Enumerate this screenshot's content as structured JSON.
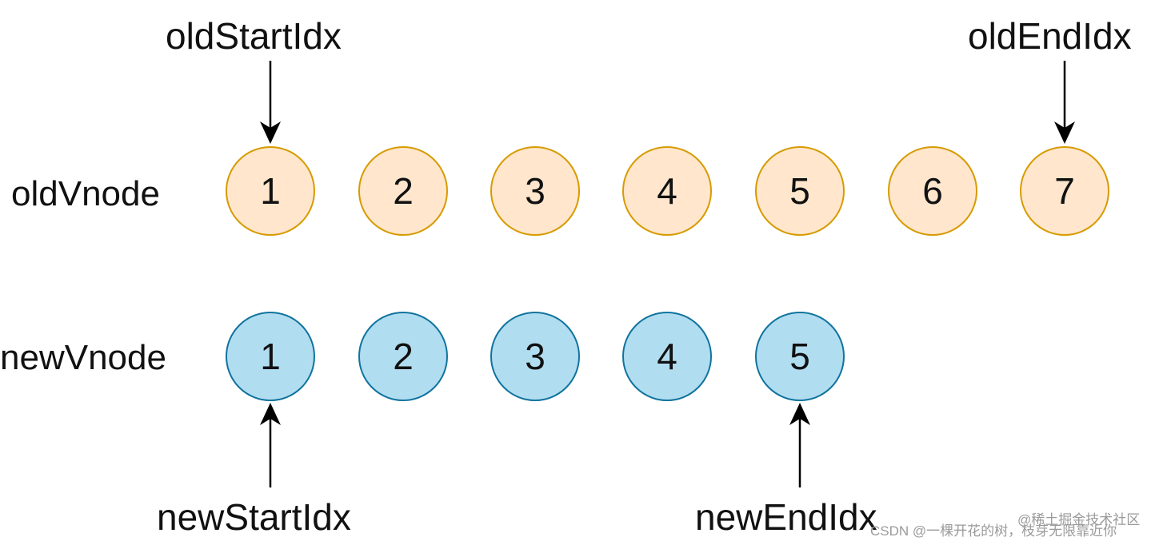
{
  "pointers": {
    "old_start": "oldStartIdx",
    "old_end": "oldEndIdx",
    "new_start": "newStartIdx",
    "new_end": "newEndIdx"
  },
  "rows": {
    "old_label": "oldVnode",
    "new_label": "newVnode"
  },
  "old_nodes": [
    "1",
    "2",
    "3",
    "4",
    "5",
    "6",
    "7"
  ],
  "new_nodes": [
    "1",
    "2",
    "3",
    "4",
    "5"
  ],
  "watermark": {
    "line1": "@稀土掘金技术社区",
    "line2": "CSDN @一棵开花的树，枝芽无限靠近你"
  },
  "colors": {
    "old_fill": "#ffe6cc",
    "old_stroke": "#d79b00",
    "new_fill": "#b1ddf0",
    "new_stroke": "#10739e"
  }
}
